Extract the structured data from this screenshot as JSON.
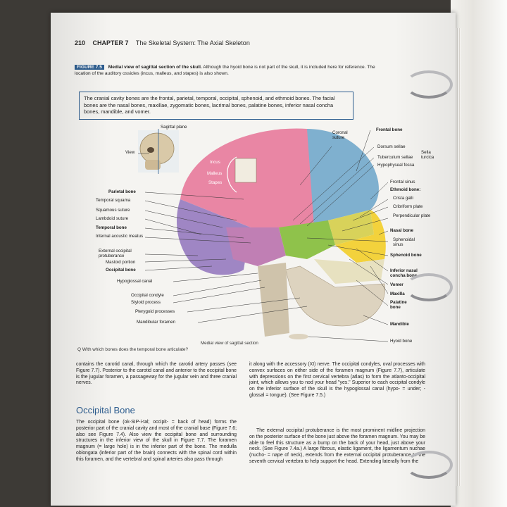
{
  "header": {
    "page_number": "210",
    "chapter": "CHAPTER 7",
    "title": "The Skeletal System: The Axial Skeleton"
  },
  "figure": {
    "tag": "FIGURE 7.5",
    "caption_title": "Medial view of sagittal section of the skull.",
    "caption_text": "Although the hyoid bone is not part of the skull, it is included here for reference. The location of the auditory ossicles (incus, malleus, and stapes) is also shown.",
    "intro_box": "The cranial cavity bones are the frontal, parietal, temporal, occipital, sphenoid, and ethmoid bones. The facial bones are the nasal bones, maxillae, zygomatic bones, lacrimal bones, palatine bones, inferior nasal concha bones, mandible, and vomer.",
    "view_caption": "Medial view of sagittal section",
    "question": "Q  With which bones does the temporal bone articulate?",
    "labels": {
      "sagittal_plane": "Sagittal plane",
      "view": "View",
      "incus": "Incus",
      "malleus": "Malleus",
      "stapes": "Stapes",
      "parietal_bone": "Parietal bone",
      "temporal_squama": "Temporal squama",
      "squamous_suture": "Squamous suture",
      "lambdoid_suture": "Lambdoid suture",
      "temporal_bone": "Temporal bone",
      "internal_acoustic_meatus": "Internal acoustic meatus",
      "external_occipital_protuberance": "External occipital protuberance",
      "mastoid_portion": "Mastoid portion",
      "occipital_bone": "Occipital bone",
      "hypoglossal_canal": "Hypoglossal canal",
      "occipital_condyle": "Occipital condyle",
      "styloid_process": "Styloid process",
      "pterygoid_processes": "Pterygoid processes",
      "mandibular_foramen": "Mandibular foramen",
      "coronal_suture": "Coronal suture",
      "frontal_bone": "Frontal bone",
      "dorsum_sellae": "Dorsum sellae",
      "tuberculum_sellae": "Tuberculum sellae",
      "sella_turcica": "Sella turcica",
      "hypophyseal_fossa": "Hypophyseal fossa",
      "frontal_sinus": "Frontal sinus",
      "ethmoid_bone": "Ethmoid bone:",
      "crista_galli": "Crista galli",
      "cribriform_plate": "Cribriform plate",
      "perpendicular_plate": "Perpendicular plate",
      "nasal_bone": "Nasal bone",
      "sphenoidal_sinus": "Sphenoidal sinus",
      "sphenoid_bone": "Sphenoid bone",
      "inferior_nasal_concha_bone": "Inferior nasal concha bone",
      "vomer": "Vomer",
      "maxilla": "Maxilla",
      "palatine_bone": "Palatine bone",
      "mandible": "Mandible",
      "hyoid_bone": "Hyoid bone"
    }
  },
  "body_text": {
    "left_top": "contains the carotid canal, through which the carotid artery passes (see Figure 7.7). Posterior to the carotid canal and anterior to the occipital bone is the jugular foramen, a passageway for the jugular vein and three cranial nerves.",
    "section_title": "Occipital Bone",
    "left_bottom": "The occipital bone (ok-SIP-i-tal; occipit- = back of head) forms the posterior part of the cranial cavity and most of the cranial base (Figure 7.6; also see Figure 7.4). Also view the occipital bone and surrounding structures in the inferior view of the skull in Figure 7.7. The foramen magnum (= large hole) is in the inferior part of the bone. The medulla oblongata (inferior part of the brain) connects with the spinal cord within this foramen, and the vertebral and spinal arteries also pass through",
    "right_top": "it along with the accessory (XI) nerve. The occipital condyles, oval processes with convex surfaces on either side of the foramen magnum (Figure 7.7), articulate with depressions on the first cervical vertebra (atlas) to form the atlanto-occipital joint, which allows you to nod your head \"yes.\" Superior to each occipital condyle on the inferior surface of the skull is the hypoglossal canal (hypo- = under; -glossal = tongue). (See Figure 7.5.)",
    "right_bottom": "The external occipital protuberance is the most prominent midline projection on the posterior surface of the bone just above the foramen magnum. You may be able to feel this structure as a bump on the back of your head, just above your neck. (See Figure 7.4a.) A large fibrous, elastic ligament, the ligamentum nuchae (nucho- = nape of neck), extends from the external occipital protuberance to the seventh cervical vertebra to help support the head. Extending laterally from the"
  },
  "colors": {
    "frontal": "#7fb0cf",
    "parietal": "#e986a4",
    "occipital": "#9f86c4",
    "temporal": "#c07fb4",
    "sphenoid": "#8fc24b",
    "ethmoid": "#d8d25a",
    "maxilla": "#f3d23c",
    "palatine": "#e7e1c0",
    "mandible": "#ddd3bf",
    "accent": "#2d5d8f"
  }
}
